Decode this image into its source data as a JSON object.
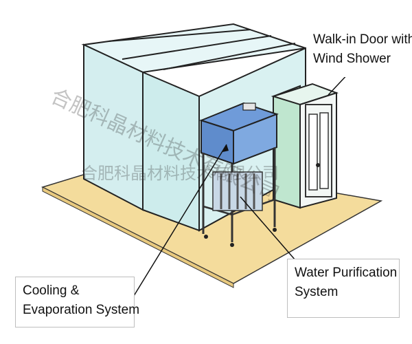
{
  "labels": {
    "door_line1": "Walk-in Door with",
    "door_line2": "Wind Shower",
    "cooling_line1": "Cooling &",
    "cooling_line2": "Evaporation System",
    "water_line1": "Water Purification",
    "water_line2": "System"
  },
  "watermark": {
    "text_1": "合肥科晶材料技术有限公司",
    "text_2": "合肥科晶材料技术有限公司"
  },
  "colors": {
    "panel_light": "#dcf0f0",
    "panel_front": "#cdeced",
    "door_green": "#c9ecd8",
    "unit_blue": "#7fa9e0",
    "floor": "#f4dc9c"
  }
}
